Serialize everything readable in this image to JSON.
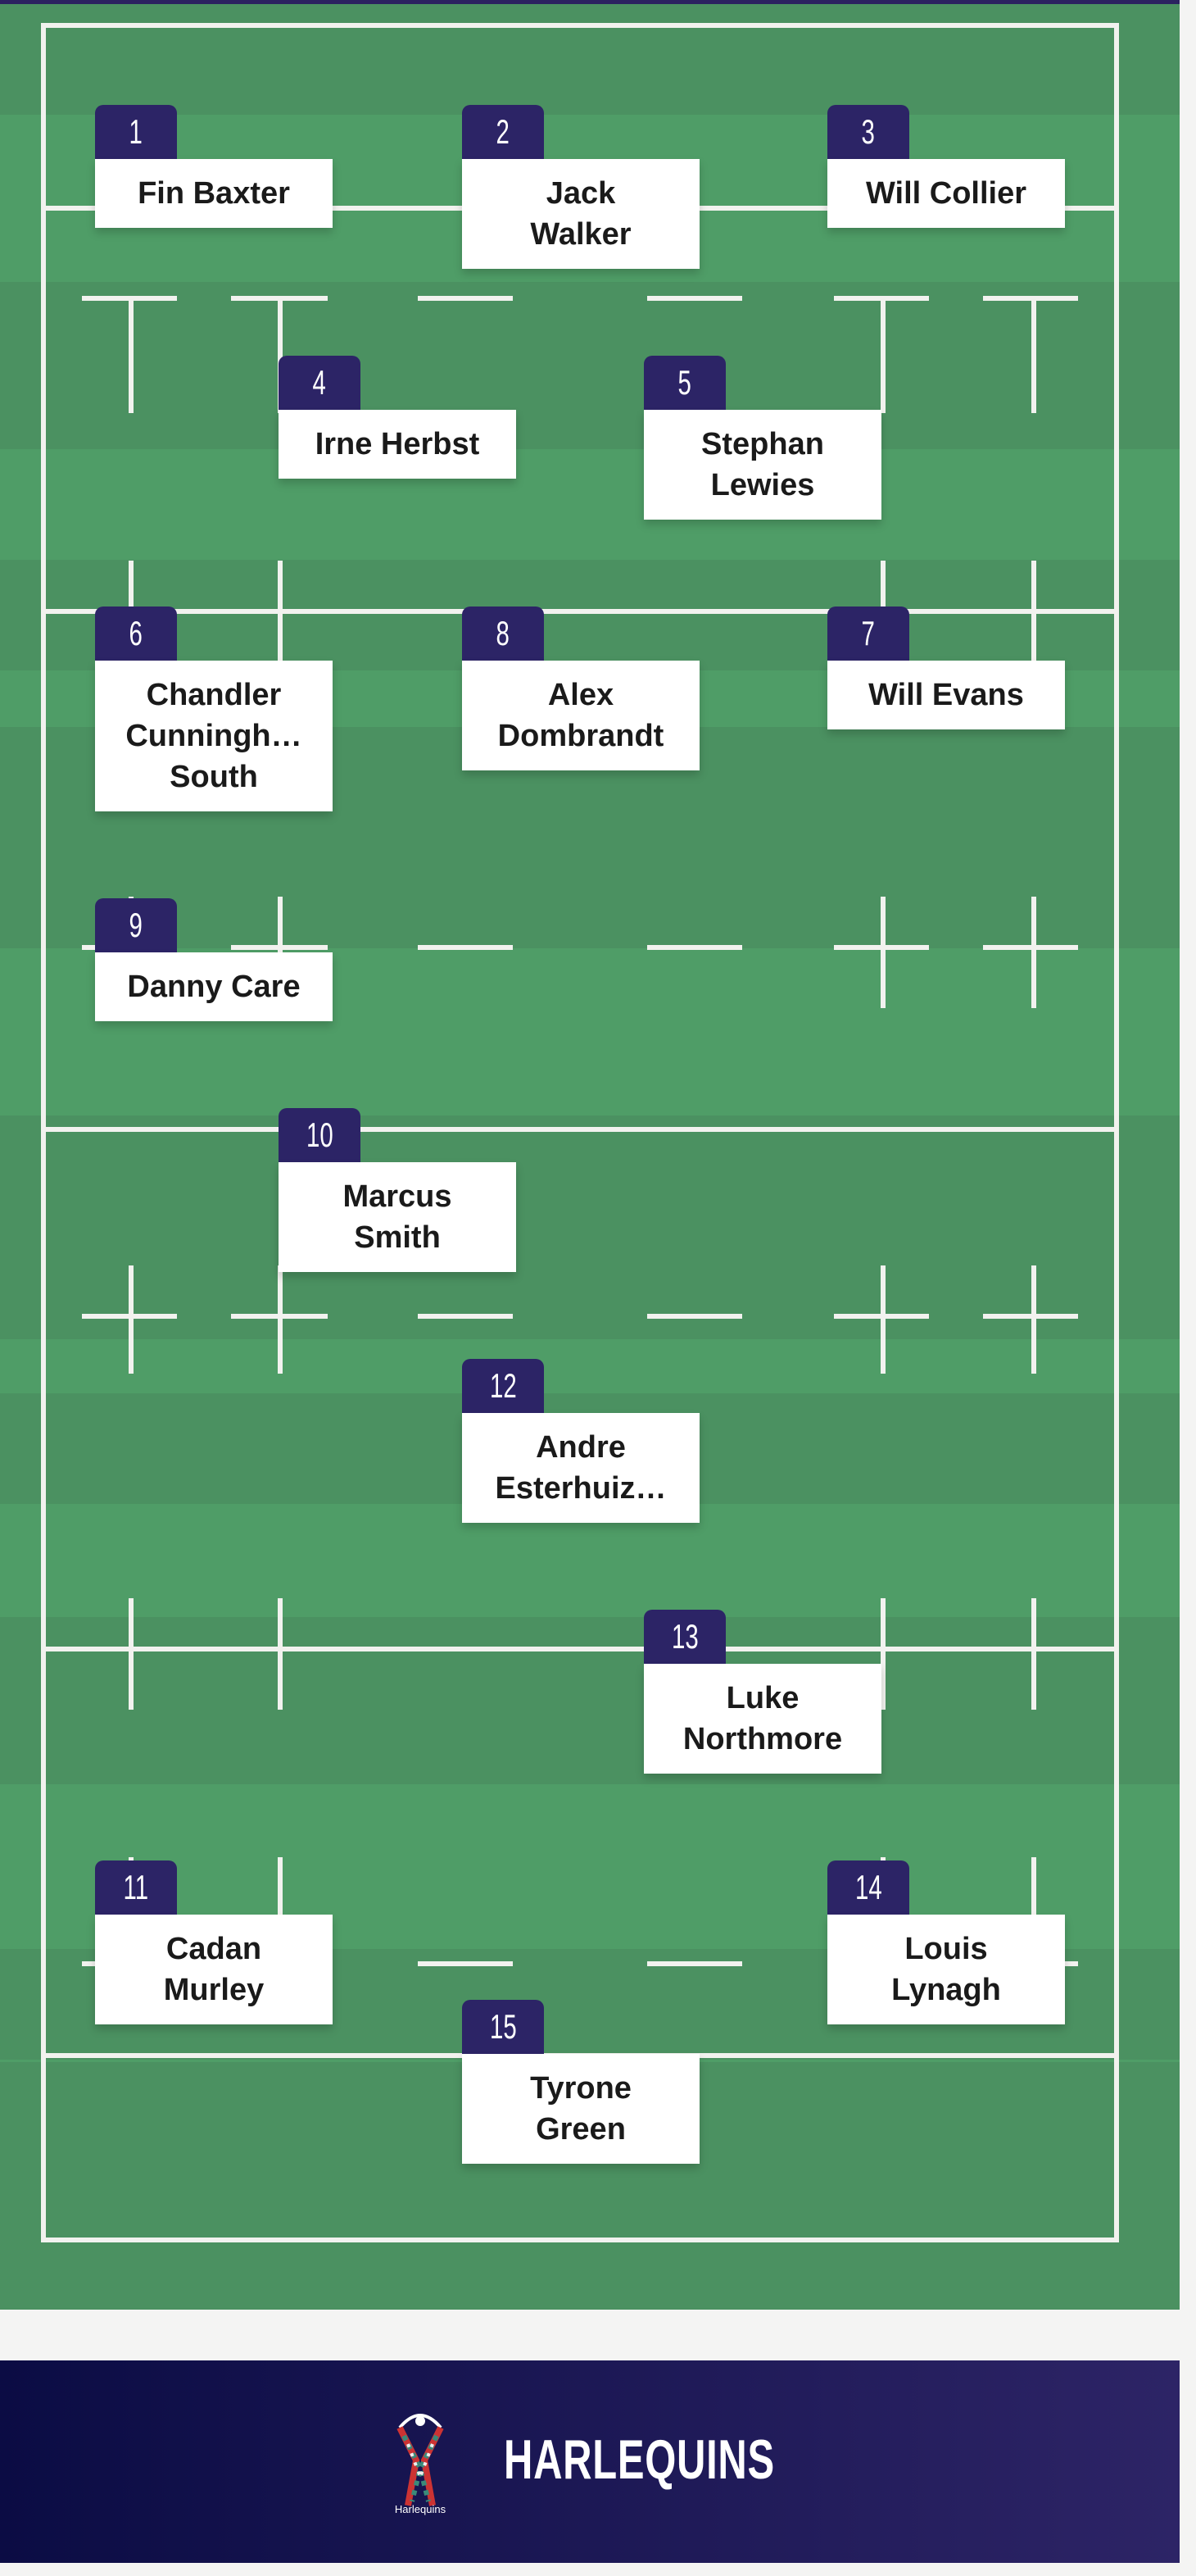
{
  "colors": {
    "pitch_light": "#4f9d67",
    "pitch_dark": "#4b9161",
    "badge": "#2c2466",
    "footer_start": "#0b0c44",
    "footer_end": "#2d2466"
  },
  "players": [
    {
      "number": "1",
      "name": "Fin Baxter"
    },
    {
      "number": "2",
      "name": "Jack\nWalker"
    },
    {
      "number": "3",
      "name": "Will Collier"
    },
    {
      "number": "4",
      "name": "Irne Herbst"
    },
    {
      "number": "5",
      "name": "Stephan\nLewies"
    },
    {
      "number": "6",
      "name": "Chandler\nCunningh…\nSouth"
    },
    {
      "number": "8",
      "name": "Alex\nDombrandt"
    },
    {
      "number": "7",
      "name": "Will Evans"
    },
    {
      "number": "9",
      "name": "Danny Care"
    },
    {
      "number": "10",
      "name": "Marcus\nSmith"
    },
    {
      "number": "12",
      "name": "Andre\nEsterhuiz…"
    },
    {
      "number": "13",
      "name": "Luke\nNorthmore"
    },
    {
      "number": "11",
      "name": "Cadan\nMurley"
    },
    {
      "number": "14",
      "name": "Louis\nLynagh"
    },
    {
      "number": "15",
      "name": "Tyrone\nGreen"
    }
  ],
  "footer": {
    "brand": "HARLEQUINS",
    "logo_text": "Harlequins"
  }
}
